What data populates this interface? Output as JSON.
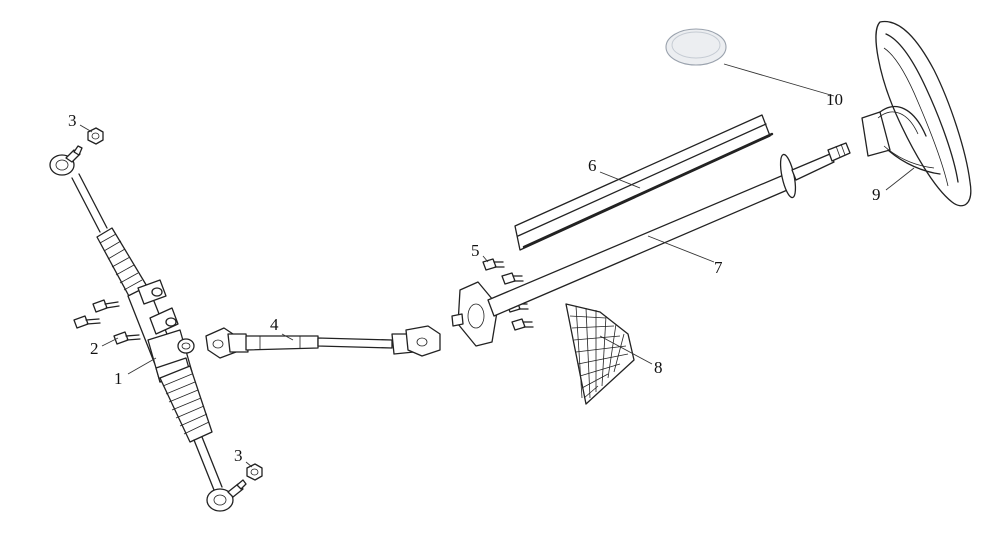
{
  "callouts": [
    {
      "id": "1",
      "label": "1"
    },
    {
      "id": "2",
      "label": "2"
    },
    {
      "id": "3a",
      "label": "3"
    },
    {
      "id": "3b",
      "label": "3"
    },
    {
      "id": "4",
      "label": "4"
    },
    {
      "id": "5",
      "label": "5"
    },
    {
      "id": "6",
      "label": "6"
    },
    {
      "id": "7",
      "label": "7"
    },
    {
      "id": "8",
      "label": "8"
    },
    {
      "id": "9",
      "label": "9"
    },
    {
      "id": "10",
      "label": "10"
    }
  ],
  "parts": [
    {
      "callout": "1",
      "name": "steering-rack"
    },
    {
      "callout": "2",
      "name": "mounting-bolt"
    },
    {
      "callout": "3",
      "name": "tie-rod-nut"
    },
    {
      "callout": "4",
      "name": "intermediate-shaft"
    },
    {
      "callout": "5",
      "name": "flange-bolt"
    },
    {
      "callout": "6",
      "name": "column-cover"
    },
    {
      "callout": "7",
      "name": "steering-column"
    },
    {
      "callout": "8",
      "name": "column-boot"
    },
    {
      "callout": "9",
      "name": "steering-wheel"
    },
    {
      "callout": "10",
      "name": "horn-cap"
    }
  ],
  "colors": {
    "line": "#222222",
    "cap_tint": "#eceef1",
    "background": "#ffffff"
  }
}
